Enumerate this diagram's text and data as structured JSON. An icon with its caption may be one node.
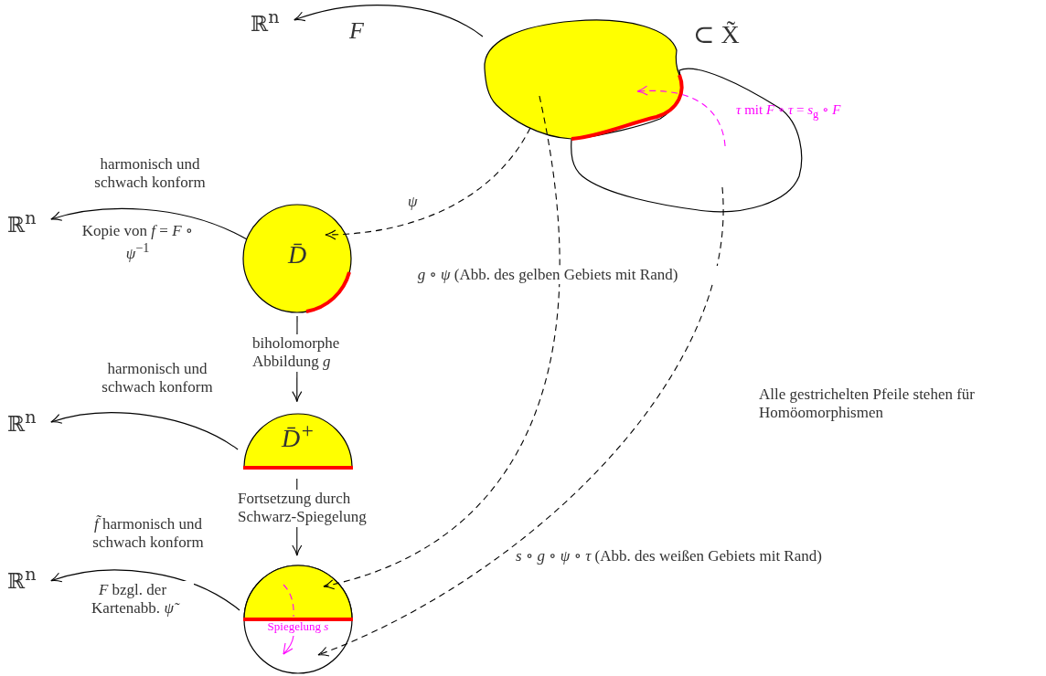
{
  "diagram": {
    "nodes": [
      {
        "text": [],
        "shape": "blob",
        "beside": [
          "⊂ X̃"
        ]
      },
      {
        "text": [],
        "shape": "blob"
      },
      {
        "text": [
          "ℝ$^{n}$"
        ]
      },
      {
        "text": [
          "D̄"
        ]
      },
      {
        "text": [
          "ℝ$^{n}$"
        ]
      },
      {
        "text": [
          "D̄$^{+}$"
        ]
      },
      {
        "text": [
          "ℝ$^{n}$"
        ]
      },
      {
        "text": [
          "Spiegelung *s*"
        ]
      },
      {
        "text": [
          "ℝ$^{n}$"
        ]
      }
    ],
    "edges": [
      {
        "from": 0,
        "to": 2,
        "arrow": "to",
        "label": "*F*"
      },
      {
        "from": 0,
        "to": 3,
        "arrow": "to",
        "label": "*ψ*",
        "style": "dashed"
      },
      {
        "from": 3,
        "to": 4,
        "arrow": "to",
        "label": "harmonisch und schwach konform"
      },
      {
        "from": 3,
        "to": 5,
        "arrow": "to",
        "label": "biholomorphe Abbildung *g*"
      },
      {
        "from": 5,
        "to": 6,
        "arrow": "to",
        "label": "harmonisch und schwach konform"
      },
      {
        "from": 5,
        "to": 7,
        "arrow": "to",
        "label": "Fortsetzung durch Schwarz-Spiegelung"
      },
      {
        "from": 7,
        "to": 8,
        "arrow": "to",
        "label": "*f̃* harmonisch und schwach konform"
      },
      {
        "from": 0,
        "to": 7,
        "arrow": "to",
        "label": "*g* ∘ *ψ* (Abb. des gelben Gebiets mit Rand)",
        "style": "dashed"
      },
      {
        "from": 1,
        "to": 7,
        "arrow": "to",
        "label": "*s* ∘ *g* ∘ *ψ* ∘ *τ* (Abb. des weißen Gebiets mit Rand)",
        "style": "dashed"
      },
      {
        "from": 1,
        "to": 0,
        "arrow": "to",
        "label": "*τ* mit *F* ∘ *τ* = *s*$_{g}$ ∘ *F*",
        "style": "dashed",
        "color": "#ff00ff"
      }
    ],
    "labels": [
      "Kopie von *f* = *F* ∘ *ψ*$^{−1}$",
      "*F* bzgl. der Kartenabb. *ψ̃*",
      "Alle gestrichelten Pfeile stehen für Homöomorphismen"
    ]
  }
}
